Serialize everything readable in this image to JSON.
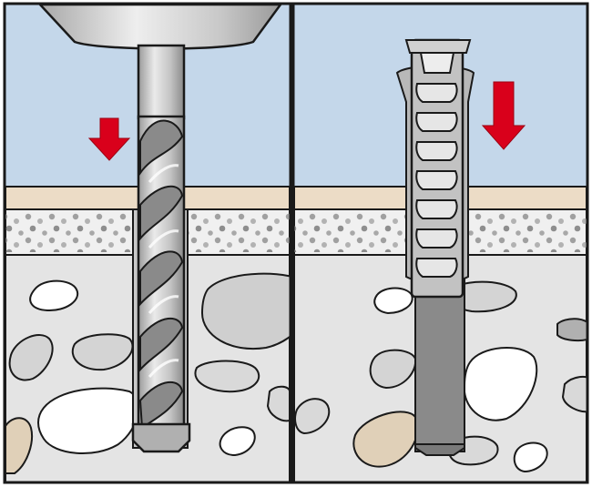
{
  "figure": {
    "panels": [
      {
        "id": "drilling",
        "step": 1,
        "depicts": [
          "drill-chuck",
          "drill-bit",
          "down-arrow",
          "plaster-layer",
          "screed-layer",
          "concrete-base",
          "aggregate-stones"
        ]
      },
      {
        "id": "inserting",
        "step": 2,
        "depicts": [
          "wall-plug",
          "down-arrow",
          "plaster-layer",
          "screed-layer",
          "concrete-base",
          "drilled-hole",
          "aggregate-stones"
        ]
      }
    ],
    "colors": {
      "sky": "#c4d7ea",
      "plaster": "#ecdcc6",
      "screed": "#f0f0f0",
      "speckle": "#9b9b9b",
      "concrete": "#e4e4e4",
      "stone_white": "#ffffff",
      "stone_light": "#cfcfcf",
      "stone_mid": "#b8b8b8",
      "stone_beige": "#e0d0b8",
      "steel_light": "#d0d0d0",
      "steel_dark": "#8a8a8a",
      "plug": "#b8b8b8",
      "hole": "#8a8a8a",
      "arrow": "#d9001b",
      "outline": "#1a1a1a"
    }
  }
}
